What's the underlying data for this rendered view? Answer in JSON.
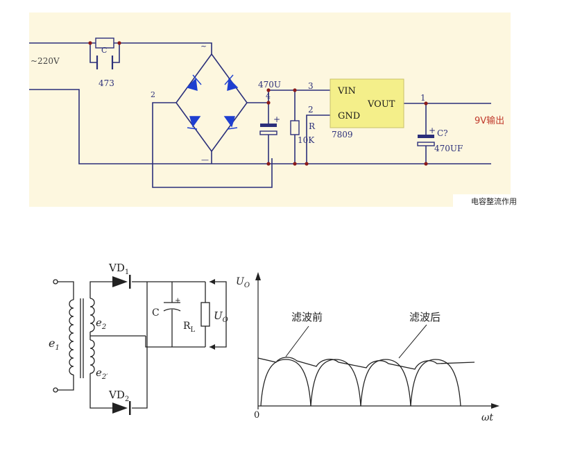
{
  "rectifier_circuit": {
    "ac_input_label": "~220V",
    "cap_c_label": "C",
    "cap_c_value": "473",
    "bridge_pin_top": "~",
    "bridge_pin_left": "2",
    "bridge_pin_right": "4",
    "bridge_pin_bottom": "—",
    "filter_cap_value": "470U",
    "resistor_label": "R",
    "resistor_value": "10K",
    "regulator_pin_vin_num": "3",
    "regulator_pin_gnd_num": "2",
    "regulator_pin_vout_num": "1",
    "regulator_vin": "VIN",
    "regulator_gnd": "GND",
    "regulator_vout": "VOUT",
    "regulator_part": "7809",
    "output_cap_label": "C?",
    "output_cap_value": "470UF",
    "output_label": "9V输出",
    "caption": "电容整流作用",
    "colors": {
      "wire": "#2b2f7a",
      "diode": "#1e3fd0",
      "regulator": "#f4ef8a",
      "output_text": "#c0392b",
      "junction": "#8b1a1a"
    }
  },
  "fullwave_circuit": {
    "diode_top_label": "VD",
    "diode_top_sub": "1",
    "diode_bottom_label": "VD",
    "diode_bottom_sub": "2",
    "primary_label": "e",
    "primary_sub": "1",
    "secondary_top_label": "e",
    "secondary_top_sub": "2",
    "secondary_bottom_label": "e",
    "secondary_bottom_sub": "2′",
    "cap_label": "C",
    "load_label": "R",
    "load_sub": "L",
    "output_label": "U",
    "output_sub": "O"
  },
  "waveform": {
    "y_axis_label": "U",
    "y_axis_sub": "O",
    "x_axis_label": "ωt",
    "origin_label": "0",
    "before_filter_label": "滤波前",
    "after_filter_label": "滤波后"
  }
}
